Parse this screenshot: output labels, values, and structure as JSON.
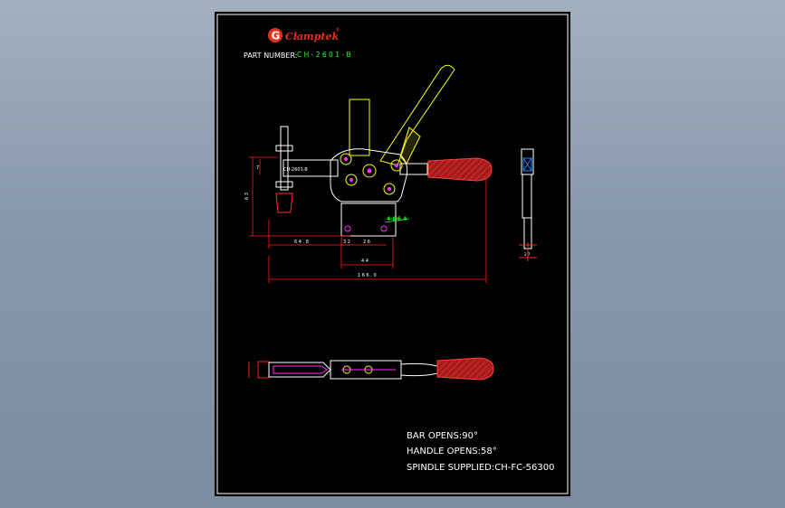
{
  "brand": {
    "logo_letter": "G",
    "name": "Clamptek",
    "reg_mark": "®"
  },
  "part": {
    "label": "PART NUMBER:",
    "number": "C H - 2 6 0 1 - B"
  },
  "labels": {
    "model_tag": "CH-2601-B",
    "hole_callout": "4-Ø6.4",
    "dim_height": "6 3",
    "dim_small_left": "7",
    "dim_offset": "6 4 . 8",
    "dim_32": "3 2",
    "dim_26": "2 6",
    "dim_44": "4 4",
    "dim_overall": "1 6 6 . 0",
    "side_dim": "2 7"
  },
  "specs": {
    "bar_opens": "BAR OPENS:90°",
    "handle_opens": "HANDLE OPENS:58°",
    "spindle": "SPINDLE SUPPLIED:CH-FC-56300"
  },
  "colors": {
    "frame": "#ffffff",
    "yellow": "#ffff00",
    "red": "#ff2020",
    "green": "#22ff22",
    "magenta": "#ff33ff",
    "cyan": "#22ffff",
    "grip": "#a51a1a"
  }
}
